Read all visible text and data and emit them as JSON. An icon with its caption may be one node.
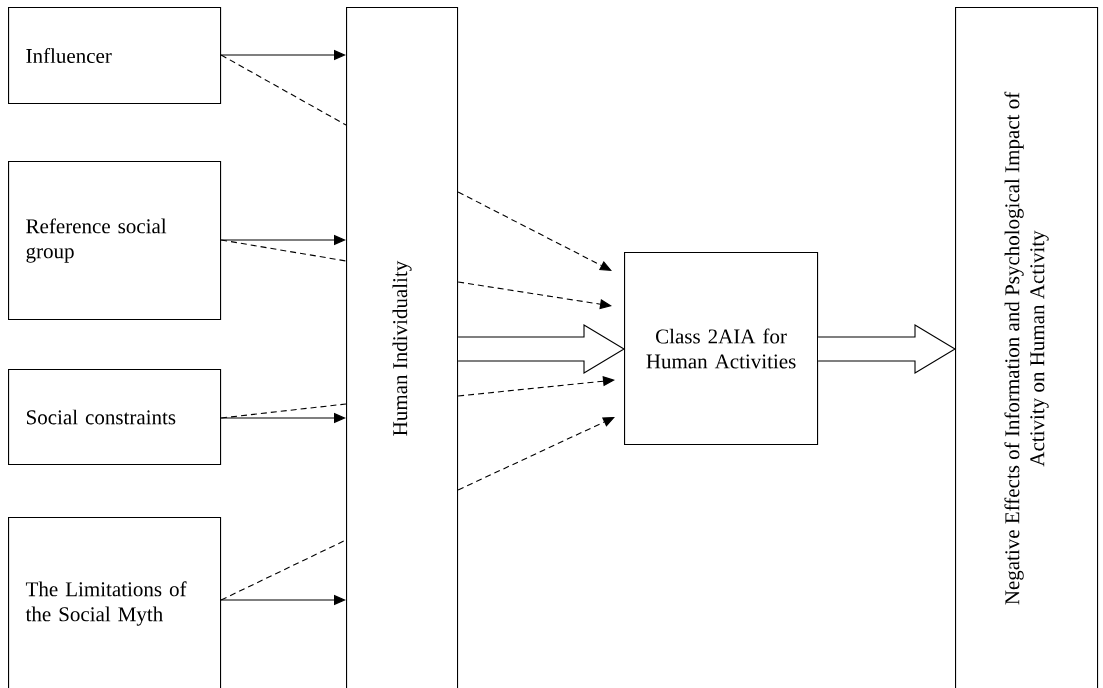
{
  "diagram": {
    "nodes": [
      {
        "text": [
          "Influencer"
        ]
      },
      {
        "text": [
          "Reference social group"
        ]
      },
      {
        "text": [
          "Social constraints"
        ]
      },
      {
        "text": [
          "The Limitations of the Social Myth"
        ]
      },
      {
        "text": [
          "Human Individuality"
        ]
      },
      {
        "text": [
          "Class 2AIA for Human Activities"
        ]
      },
      {
        "text": [
          "Negative Effects of Information and Psychological Impact of Activity on Human Activity"
        ]
      }
    ],
    "edges": [
      {
        "from": 0,
        "to": 4,
        "arrow": "to"
      },
      {
        "from": 0,
        "to": 4,
        "arrow": "none",
        "style": "dashed"
      },
      {
        "from": 1,
        "to": 4,
        "arrow": "to"
      },
      {
        "from": 1,
        "to": 4,
        "arrow": "none",
        "style": "dashed"
      },
      {
        "from": 2,
        "to": 4,
        "arrow": "to"
      },
      {
        "from": 2,
        "to": 4,
        "arrow": "none",
        "style": "dashed"
      },
      {
        "from": 3,
        "to": 4,
        "arrow": "to"
      },
      {
        "from": 3,
        "to": 4,
        "arrow": "none",
        "style": "dashed"
      },
      {
        "from": 4,
        "to": 5,
        "arrow": "to",
        "style": "dashed"
      },
      {
        "from": 4,
        "to": 5,
        "arrow": "to",
        "style": "dashed"
      },
      {
        "from": 4,
        "to": 5,
        "arrow": "to",
        "style": "thick"
      },
      {
        "from": 4,
        "to": 5,
        "arrow": "to",
        "style": "dashed"
      },
      {
        "from": 4,
        "to": 5,
        "arrow": "to",
        "style": "dashed"
      },
      {
        "from": 5,
        "to": 6,
        "arrow": "to",
        "style": "thick"
      }
    ]
  }
}
